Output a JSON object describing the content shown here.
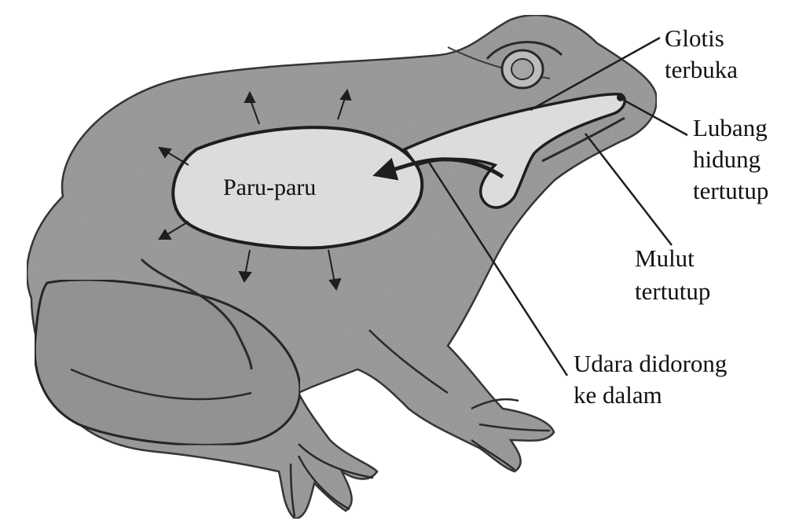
{
  "labels": {
    "lungs": "Paru-paru",
    "glottis_line1": "Glotis",
    "glottis_line2": "terbuka",
    "nostril_line1": "Lubang",
    "nostril_line2": "hidung",
    "nostril_line3": "tertutup",
    "mouth_line1": "Mulut",
    "mouth_line2": "tertutup",
    "air_line1": "Udara didorong",
    "air_line2": "ke dalam"
  },
  "colors": {
    "body_fill": "#a3a3a3",
    "body_dark": "#8c8c8c",
    "organ_fill": "#dcdcdc",
    "outline": "#1e1e1e",
    "text": "#111111"
  }
}
